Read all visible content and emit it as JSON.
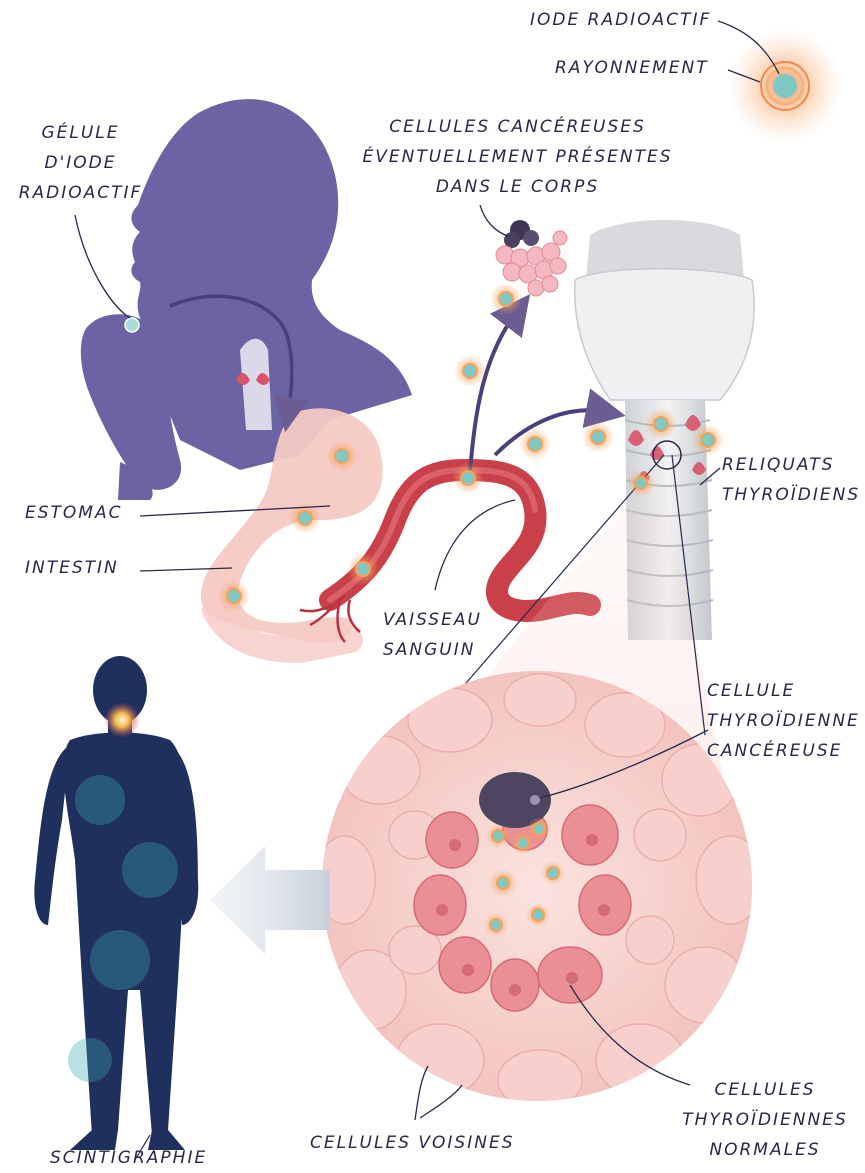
{
  "labels": {
    "iode_radioactif": "IODE RADIOACTIF",
    "rayonnement": "RAYONNEMENT",
    "gelule": [
      "GÉLULE",
      "D'IODE",
      "RADIOACTIF"
    ],
    "cellules_cancereuses_corps": [
      "CELLULES CANCÉREUSES",
      "ÉVENTUELLEMENT PRÉSENTES",
      "DANS LE CORPS"
    ],
    "estomac": "ESTOMAC",
    "intestin": "INTESTIN",
    "reliquats": [
      "RELIQUATS",
      "THYROÏDIENS"
    ],
    "vaisseau": [
      "VAISSEAU",
      "SANGUIN"
    ],
    "cellule_cancereuse": [
      "CELLULE",
      "THYROÏDIENNE",
      "CANCÉREUSE"
    ],
    "cellules_normales": [
      "CELLULES",
      "THYROÏDIENNES",
      "NORMALES"
    ],
    "cellules_voisines": "CELLULES VOISINES",
    "scintigraphie": "SCINTIGRAPHIE"
  },
  "colors": {
    "label_text": "#2b2747",
    "silhouette": "#6b63a3",
    "tissue_pink": "#f6c9c4",
    "blood_vessel": "#c9404a",
    "radiation_glow": "#f4a25a",
    "iodine_particle": "#7fc9c4",
    "cancer_cell": "#4e4560",
    "scan_body": "#1f2f5e"
  }
}
